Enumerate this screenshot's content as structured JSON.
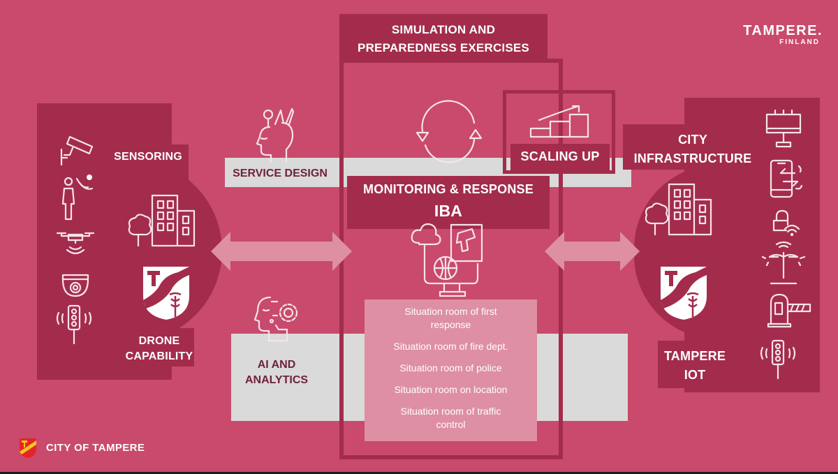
{
  "brand": {
    "top_right_title": "TAMPERE.",
    "top_right_subtitle": "FINLAND",
    "bottom_left": "CITY OF TAMPERE"
  },
  "header": {
    "title_line1": "SIMULATION AND",
    "title_line2": "PREPAREDNESS EXERCISES"
  },
  "left_panel": {
    "sensoring": "SENSORING",
    "drone_line1": "DRONE",
    "drone_line2": "CAPABILITY",
    "icons": [
      "surveillance-camera-icon",
      "person-sensor-icon",
      "drone-icon",
      "dome-camera-icon",
      "smart-traffic-light-icon"
    ]
  },
  "middle": {
    "service_design": "SERVICE DESIGN",
    "ai_line1": "AI AND",
    "ai_line2": "ANALYTICS",
    "scaling_up": "SCALING UP",
    "monitoring": "MONITORING & RESPONSE",
    "iba": "IBA",
    "situation_rooms": [
      {
        "line1": "Situation room of first",
        "line2": "response"
      },
      {
        "line1": "Situation room of fire dept.",
        "line2": ""
      },
      {
        "line1": "Situation room of police",
        "line2": ""
      },
      {
        "line1": "Situation room on location",
        "line2": ""
      },
      {
        "line1": "Situation room of traffic",
        "line2": "control"
      }
    ]
  },
  "right_panel": {
    "city_line1": "CITY",
    "city_line2": "INFRASTRUCTURE",
    "iot_line1": "TAMPERE",
    "iot_line2": "IOT",
    "icons": [
      "billboard-icon",
      "phone-nfc-icon",
      "smart-lock-icon",
      "smart-streetlight-icon",
      "parking-barrier-icon",
      "smart-traffic-light-icon"
    ]
  },
  "colors": {
    "background": "#c94a6c",
    "dark_panel": "#a32c4c",
    "grey_band": "#dadada",
    "light_pink": "#de8fa3",
    "dark_text": "#6e2238"
  }
}
